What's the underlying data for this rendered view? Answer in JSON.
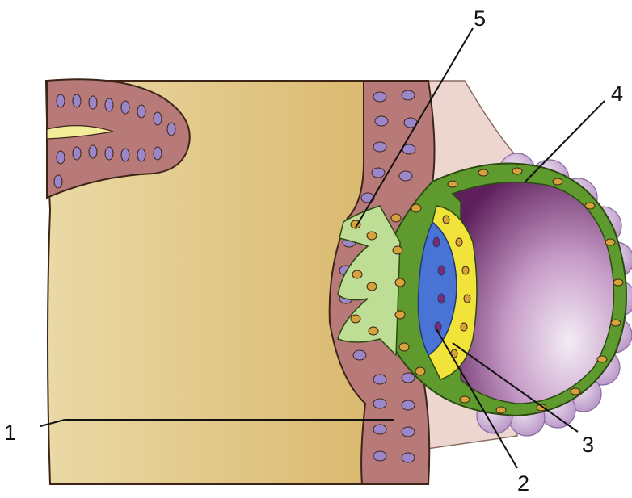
{
  "figure": {
    "labels": [
      "1",
      "2",
      "3",
      "4",
      "5"
    ]
  },
  "colors": {
    "uterine_stroma": "#e8cf8f",
    "epithelium": "#b77a78",
    "nuclei_purple": "#9b86c9",
    "trophoblast_green": "#5e9a2e",
    "syncytiotrophoblast_light": "#bedd95",
    "inner_mass_blue": "#4a73d6",
    "hypoblast_yellow": "#f1e33a",
    "cavity_purple": "#7a2d72",
    "decidua_pink": "#ecd6cf"
  }
}
